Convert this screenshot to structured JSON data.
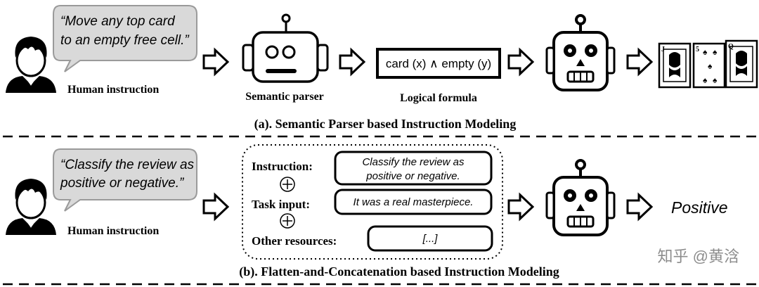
{
  "panel_a": {
    "speech": [
      "“Move any top card",
      "to an empty free cell.”"
    ],
    "human_label": "Human instruction",
    "parser_label": "Semantic parser",
    "formula_text": "card (x) ∧ empty (y)",
    "formula_label": "Logical formula",
    "caption": "(a). Semantic Parser based Instruction Modeling",
    "cards": [
      "J",
      "5",
      "Q"
    ]
  },
  "panel_b": {
    "speech": [
      "“Classify the review as",
      "positive or negative.”"
    ],
    "human_label": "Human instruction",
    "instruction_label": "Instruction:",
    "instruction_text": [
      "Classify the review  as",
      "positive or negative."
    ],
    "task_label": "Task input:",
    "task_text": "It was a real masterpiece.",
    "resources_label": "Other resources:",
    "resources_text": "[...]",
    "output": "Positive",
    "caption": "(b). Flatten-and-Concatenation based Instruction Modeling"
  },
  "watermark": "知乎 @黄浛",
  "colors": {
    "bubble": "#d9d9d9",
    "stroke": "#000000",
    "card_red": "#c00000"
  }
}
